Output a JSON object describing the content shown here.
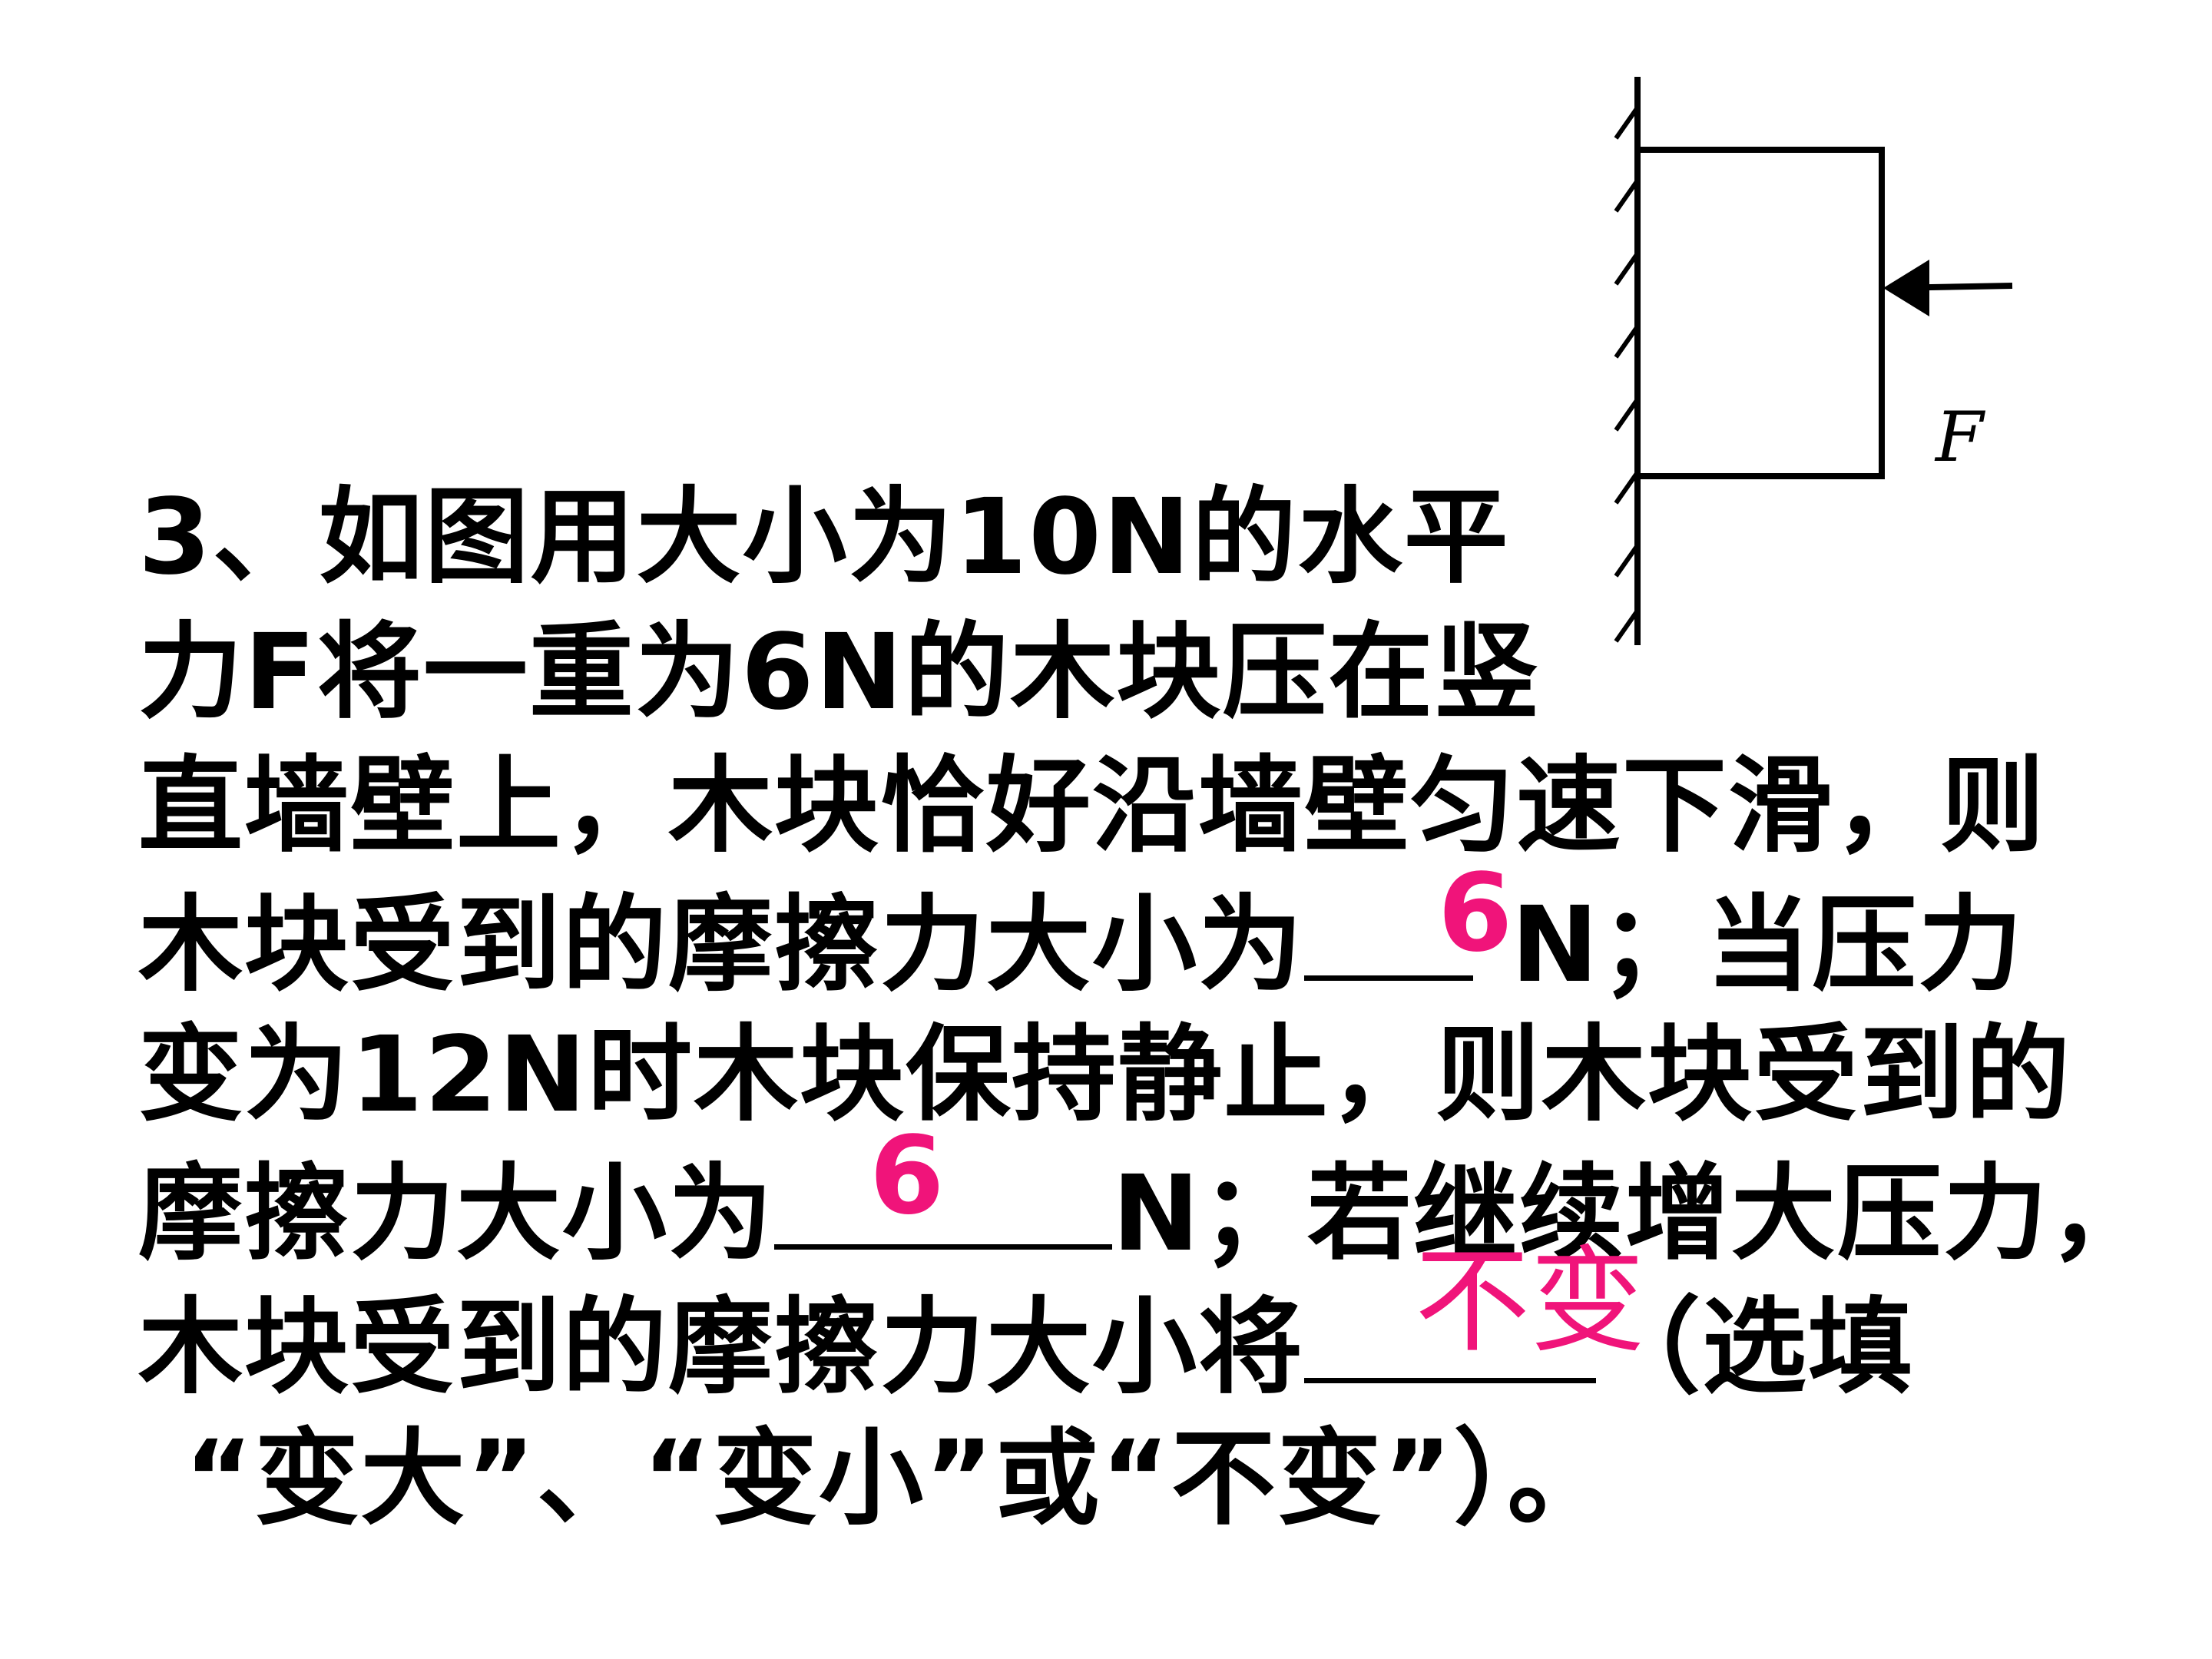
{
  "question": {
    "line1_a": "3、如图用大小为10N的水平",
    "line2_a": "力F将一重为6N的木块压在竖",
    "line3_a": "直墙壁上，木块恰好沿墙壁匀速下滑，则",
    "line4_a": "木块受到的摩擦力大小为",
    "line4_b": " N；当压力",
    "line5_a": "变为12N时木块保持静止，则木块受到的",
    "line6_a": "摩擦力大小为",
    "line6_b": "N；若继续增大压力，",
    "line7_a": "木块受到的摩擦力大小将",
    "line7_b": "（选填",
    "line8_a": "“变大”、“变小”或“不变”）。"
  },
  "answers": {
    "blank1": "6",
    "blank2": "6",
    "blank3": "不变"
  },
  "figure": {
    "force_label": "F"
  },
  "colors": {
    "text": "#000000",
    "answer": "#f0147a",
    "background": "#ffffff"
  }
}
